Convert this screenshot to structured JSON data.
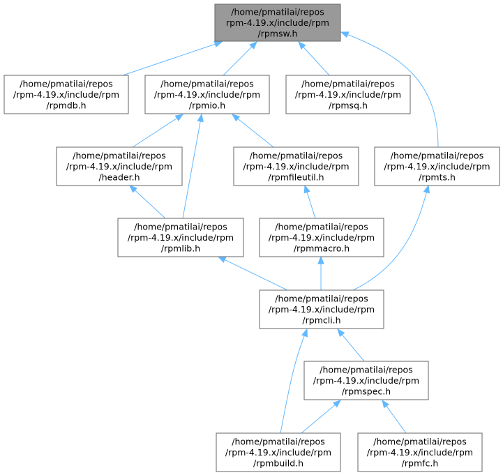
{
  "graph": {
    "nodes": [
      {
        "id": "rpmsw",
        "lines": [
          "/home/pmatilai/repos",
          "rpm-4.19.x/include/rpm",
          "/rpmsw.h"
        ],
        "highlight": true
      },
      {
        "id": "rpmdb",
        "lines": [
          "/home/pmatilai/repos",
          "/rpm-4.19.x/include/rpm",
          "/rpmdb.h"
        ]
      },
      {
        "id": "rpmio",
        "lines": [
          "/home/pmatilai/repos",
          "/rpm-4.19.x/include/rpm",
          "/rpmio.h"
        ]
      },
      {
        "id": "rpmsq",
        "lines": [
          "/home/pmatilai/repos",
          "/rpm-4.19.x/include/rpm",
          "/rpmsq.h"
        ]
      },
      {
        "id": "header",
        "lines": [
          "/home/pmatilai/repos",
          "/rpm-4.19.x/include/rpm",
          "/header.h"
        ]
      },
      {
        "id": "rpmfileutil",
        "lines": [
          "/home/pmatilai/repos",
          "/rpm-4.19.x/include/rpm",
          "/rpmfileutil.h"
        ]
      },
      {
        "id": "rpmts",
        "lines": [
          "/home/pmatilai/repos",
          "/rpm-4.19.x/include/rpm",
          "/rpmts.h"
        ]
      },
      {
        "id": "rpmlib",
        "lines": [
          "/home/pmatilai/repos",
          "/rpm-4.19.x/include/rpm",
          "/rpmlib.h"
        ]
      },
      {
        "id": "rpmmacro",
        "lines": [
          "/home/pmatilai/repos",
          "/rpm-4.19.x/include/rpm",
          "/rpmmacro.h"
        ]
      },
      {
        "id": "rpmcli",
        "lines": [
          "/home/pmatilai/repos",
          "/rpm-4.19.x/include/rpm",
          "/rpmcli.h"
        ]
      },
      {
        "id": "rpmspec",
        "lines": [
          "/home/pmatilai/repos",
          "/rpm-4.19.x/include/rpm",
          "/rpmspec.h"
        ]
      },
      {
        "id": "rpmbuild",
        "lines": [
          "/home/pmatilai/repos",
          "/rpm-4.19.x/include/rpm",
          "/rpmbuild.h"
        ]
      },
      {
        "id": "rpmfc",
        "lines": [
          "/home/pmatilai/repos",
          "/rpm-4.19.x/include/rpm",
          "/rpmfc.h"
        ]
      }
    ],
    "edges": [
      {
        "from": "rpmdb",
        "to": "rpmsw"
      },
      {
        "from": "rpmio",
        "to": "rpmsw"
      },
      {
        "from": "rpmsq",
        "to": "rpmsw"
      },
      {
        "from": "rpmts",
        "to": "rpmsw"
      },
      {
        "from": "header",
        "to": "rpmio"
      },
      {
        "from": "rpmlib",
        "to": "rpmio"
      },
      {
        "from": "rpmfileutil",
        "to": "rpmio"
      },
      {
        "from": "rpmlib",
        "to": "header"
      },
      {
        "from": "rpmmacro",
        "to": "rpmfileutil"
      },
      {
        "from": "rpmcli",
        "to": "rpmlib"
      },
      {
        "from": "rpmcli",
        "to": "rpmmacro"
      },
      {
        "from": "rpmcli",
        "to": "rpmts"
      },
      {
        "from": "rpmbuild",
        "to": "rpmcli"
      },
      {
        "from": "rpmspec",
        "to": "rpmcli"
      },
      {
        "from": "rpmbuild",
        "to": "rpmspec"
      },
      {
        "from": "rpmfc",
        "to": "rpmspec"
      }
    ],
    "colors": {
      "edge": "#63b8ff",
      "node_border": "#666666",
      "root_fill": "#999999"
    }
  }
}
